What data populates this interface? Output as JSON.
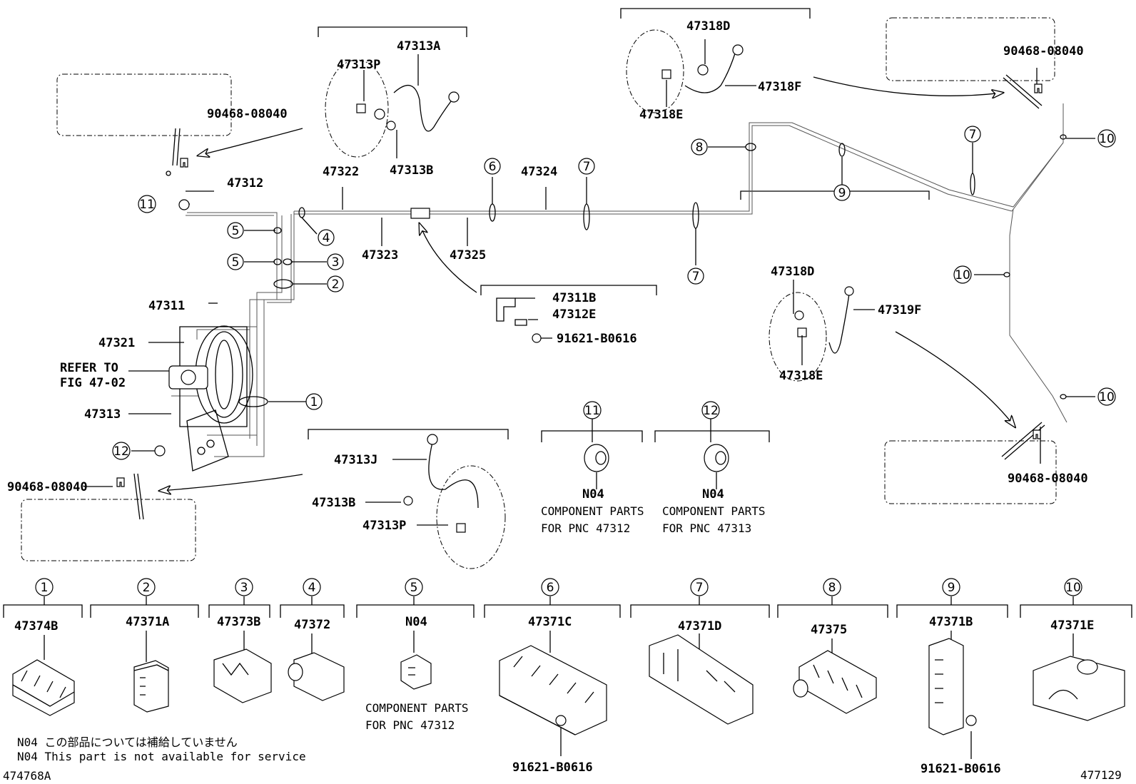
{
  "figure": {
    "fig_ref_left": "474768A",
    "fig_ref_right": "477129"
  },
  "callouts": {
    "c1": "1",
    "c2": "2",
    "c3": "3",
    "c4": "4",
    "c5": "5",
    "c6": "6",
    "c7": "7",
    "c8": "8",
    "c9": "9",
    "c10": "10",
    "c11": "11",
    "c12": "12"
  },
  "main_labels": {
    "p47313A": "47313A",
    "p47313P_top": "47313P",
    "p47313B_top": "47313B",
    "p47322": "47322",
    "p47312": "47312",
    "p90468_tl": "90468-08040",
    "p47323": "47323",
    "p47324": "47324",
    "p47325": "47325",
    "p47311": "47311",
    "p47321": "47321",
    "refer1": "REFER TO",
    "refer2": "FIG 47-02",
    "p47313": "47313",
    "p90468_bl": "90468-08040",
    "p47311B": "47311B",
    "p47312E": "47312E",
    "p91621_mid": "91621-B0616",
    "p47313J": "47313J",
    "p47313B_bot": "47313B",
    "p47313P_bot": "47313P",
    "p47318D_top": "47318D",
    "p47318F": "47318F",
    "p47318E_top": "47318E",
    "p90468_tr": "90468-08040",
    "p47318D_mid": "47318D",
    "p47319F": "47319F",
    "p47318E_mid": "47318E",
    "p90468_br": "90468-08040"
  },
  "components": {
    "n04_11": "N04",
    "n04_11_l1": "COMPONENT PARTS",
    "n04_11_l2": "FOR PNC 47312",
    "n04_12": "N04",
    "n04_12_l1": "COMPONENT PARTS",
    "n04_12_l2": "FOR PNC 47313"
  },
  "clamps": [
    {
      "num": "1",
      "part": "47374B"
    },
    {
      "num": "2",
      "part": "47371A"
    },
    {
      "num": "3",
      "part": "47373B"
    },
    {
      "num": "4",
      "part": "47372"
    },
    {
      "num": "5",
      "part": "N04",
      "line1": "COMPONENT PARTS",
      "line2": "FOR PNC 47312"
    },
    {
      "num": "6",
      "part": "47371C",
      "bolt": "91621-B0616"
    },
    {
      "num": "7",
      "part": "47371D"
    },
    {
      "num": "8",
      "part": "47375"
    },
    {
      "num": "9",
      "part": "47371B",
      "bolt": "91621-B0616"
    },
    {
      "num": "10",
      "part": "47371E"
    }
  ],
  "notes": {
    "jp": "N04 この部品については補給していません",
    "en": "N04 This part is not available for service"
  }
}
